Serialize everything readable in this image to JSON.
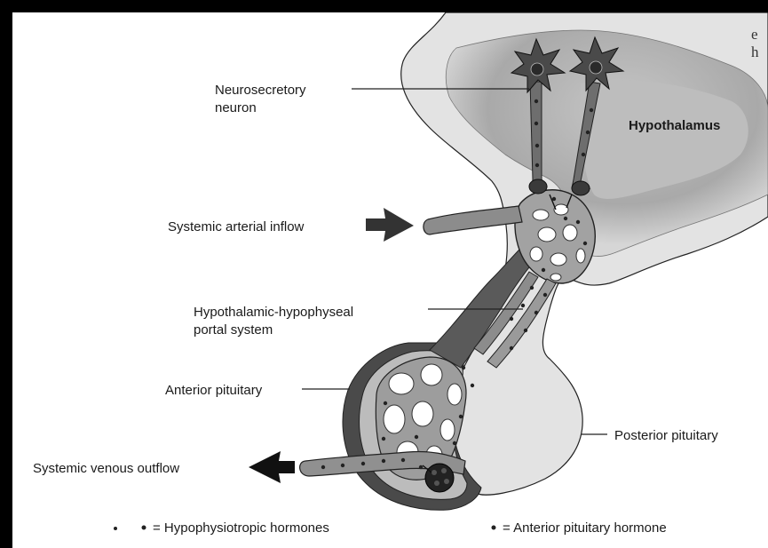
{
  "labels": {
    "neuron_line1": "Neurosecretory",
    "neuron_line2": "neuron",
    "hypothalamus": "Hypothalamus",
    "arterial": "Systemic arterial inflow",
    "portal_line1": "Hypothalamic-hypophyseal",
    "portal_line2": "portal system",
    "anterior": "Anterior pituitary",
    "posterior": "Posterior pituitary",
    "venous": "Systemic venous outflow"
  },
  "legend": {
    "hypophysiotropic": "= Hypophysiotropic hormones",
    "anterior_hormone": "= Anterior pituitary hormone"
  },
  "corner_text": {
    "line1": "e",
    "line2": "h"
  },
  "colors": {
    "frame": "#000000",
    "tissue_light": "#e2e2e2",
    "hypothalamus_shade": "#b4b4b4",
    "vessel": "#8a8a8a",
    "dark": "#3a3a3a",
    "outline": "#222222"
  }
}
